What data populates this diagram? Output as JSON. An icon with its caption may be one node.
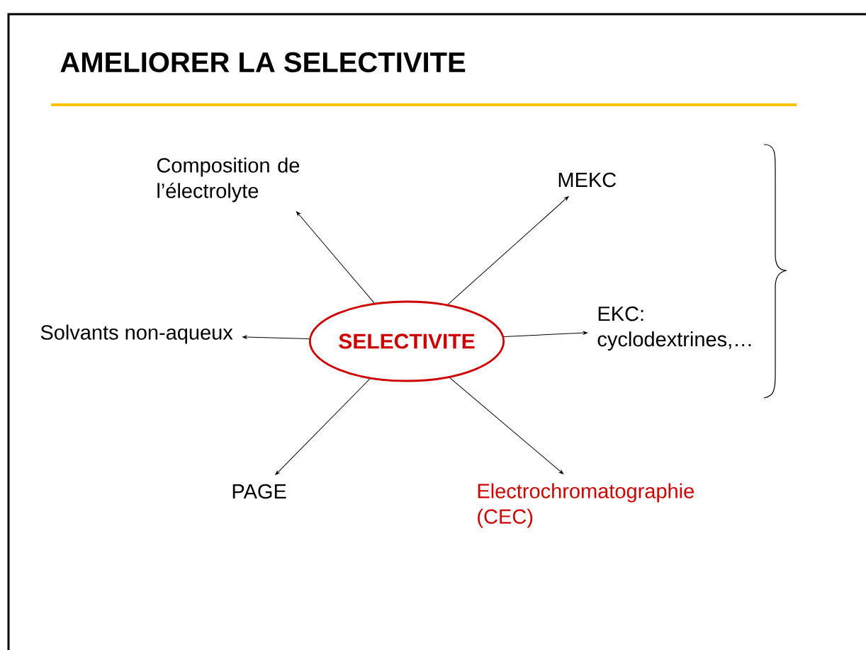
{
  "diagram": {
    "title": "AMELIORER LA SELECTIVITE",
    "nodes": [
      {
        "text": [
          "SELECTIVITE"
        ]
      },
      {
        "text": [
          "Composition de l’électrolyte"
        ]
      },
      {
        "text": [
          "MEKC"
        ]
      },
      {
        "text": [
          "Solvants non-aqueux"
        ]
      },
      {
        "text": [
          "EKC: cyclodextrines,…"
        ]
      },
      {
        "text": [
          "PAGE"
        ]
      },
      {
        "text": [
          "Electrochromatographie (CEC)"
        ]
      }
    ],
    "edges": [
      {
        "from": 0,
        "to": 1,
        "arrow": "to"
      },
      {
        "from": 0,
        "to": 2,
        "arrow": "to"
      },
      {
        "from": 0,
        "to": 3,
        "arrow": "to"
      },
      {
        "from": 0,
        "to": 4,
        "arrow": "to"
      },
      {
        "from": 0,
        "to": 5,
        "arrow": "to"
      },
      {
        "from": 0,
        "to": 6,
        "arrow": "to"
      }
    ]
  }
}
